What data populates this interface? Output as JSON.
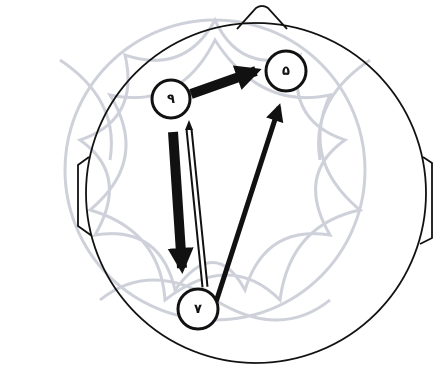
{
  "figure": {
    "background_pattern": "decorative-star-watermark",
    "colors": {
      "stroke": "#111111",
      "watermark": "#c9cdd6",
      "background": "#ffffff"
    }
  },
  "nodes": [
    {
      "id": "n9",
      "label": "۹"
    },
    {
      "id": "n5",
      "label": "۵"
    },
    {
      "id": "n7",
      "label": "۷"
    }
  ],
  "connections": [
    {
      "from": "۹",
      "to": "۵",
      "weight": "thick"
    },
    {
      "from": "۹",
      "to": "۷",
      "weight": "thick"
    },
    {
      "from": "۷",
      "to": "۹",
      "weight": "thin-hollow"
    },
    {
      "from": "۷",
      "to": "۵",
      "weight": "medium"
    }
  ]
}
